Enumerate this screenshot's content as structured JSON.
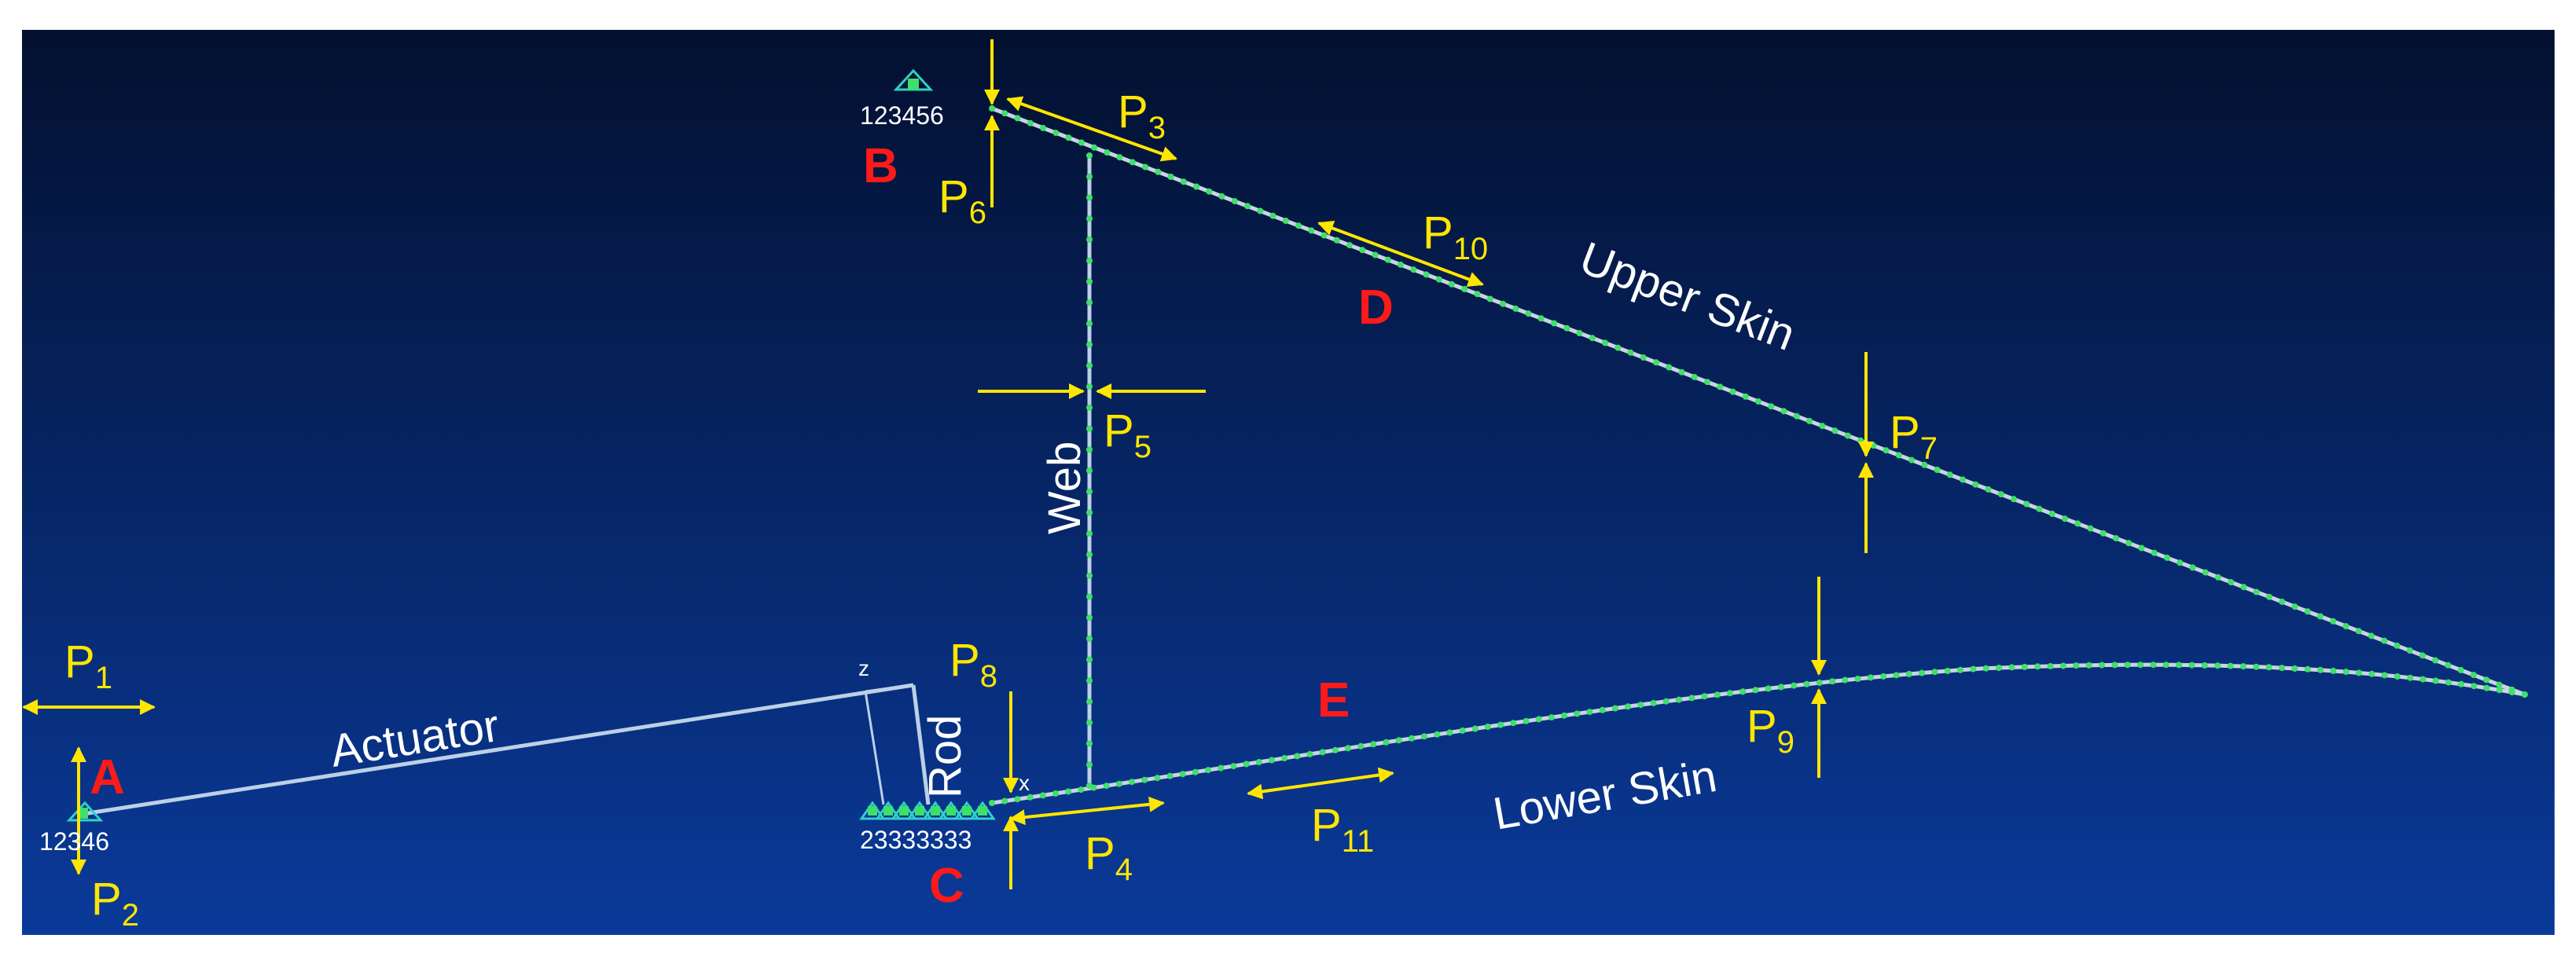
{
  "colors": {
    "background_top": "#03102f",
    "background_bottom": "#0a3a9a",
    "structure": "#bcd0e6",
    "skin_line": "#c8d4e2",
    "mesh_nodes": "#3ee06a",
    "load_arrows": "#ffe600",
    "point_labels": "#ff1a1a",
    "member_labels": "#ffffff",
    "support_symbol": "#2fd0c8"
  },
  "point_labels": {
    "A": "A",
    "B": "B",
    "C": "C",
    "D": "D",
    "E": "E"
  },
  "member_labels": {
    "actuator": "Actuator",
    "rod": "Rod",
    "web": "Web",
    "upper_skin": "Upper Skin",
    "lower_skin": "Lower Skin"
  },
  "loads": {
    "p1": {
      "base": "P",
      "sub": "1"
    },
    "p2": {
      "base": "P",
      "sub": "2"
    },
    "p3": {
      "base": "P",
      "sub": "3"
    },
    "p4": {
      "base": "P",
      "sub": "4"
    },
    "p5": {
      "base": "P",
      "sub": "5"
    },
    "p6": {
      "base": "P",
      "sub": "6"
    },
    "p7": {
      "base": "P",
      "sub": "7"
    },
    "p8": {
      "base": "P",
      "sub": "8"
    },
    "p9": {
      "base": "P",
      "sub": "9"
    },
    "p10": {
      "base": "P",
      "sub": "10"
    },
    "p11": {
      "base": "P",
      "sub": "11"
    }
  },
  "constraints": {
    "a": "12346",
    "b": "123456",
    "c": "23333333"
  },
  "axis_labels": {
    "z": "z",
    "x": "x"
  }
}
